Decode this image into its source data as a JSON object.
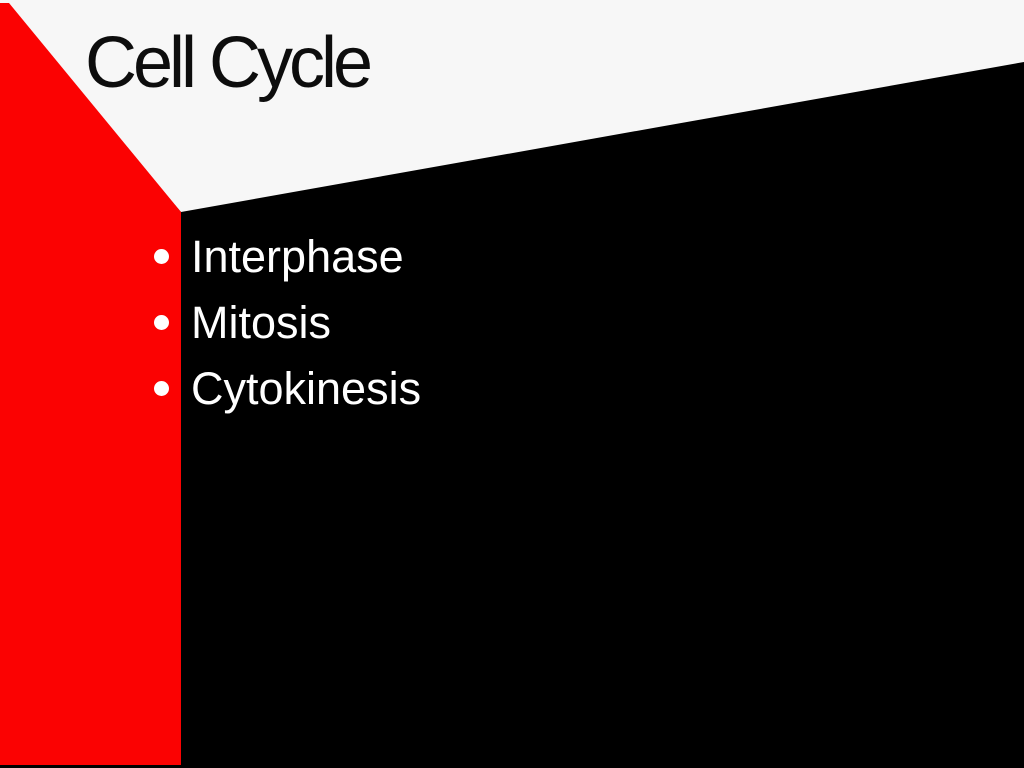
{
  "slide": {
    "title": "Cell Cycle",
    "bullets": [
      {
        "label": "Interphase"
      },
      {
        "label": "Mitosis"
      },
      {
        "label": "Cytokinesis"
      }
    ],
    "colors": {
      "accent_red": "#fb0202",
      "canvas_black": "#000000",
      "paper_white": "#f7f7f7",
      "title_text": "#0d0d0d",
      "bullet_text": "#ffffff"
    }
  }
}
